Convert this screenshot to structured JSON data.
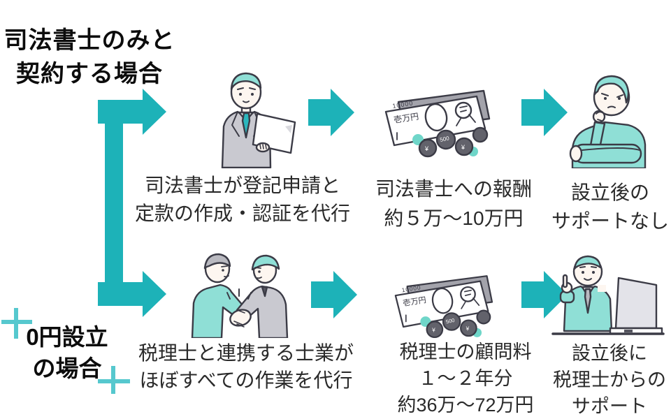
{
  "colors": {
    "arrow_teal": "#1db2b8",
    "cross_teal": "#56c8ce",
    "illustration_teal": "#8fdfd6",
    "outline": "#3b3b46",
    "suit_gray": "#c9c9d0",
    "text": "#2a2a2a"
  },
  "branches": {
    "top": {
      "line1": "司法書士のみと",
      "line2": "契約する場合"
    },
    "bottom": {
      "line1": "0円設立",
      "line2": "の場合"
    }
  },
  "rows": [
    {
      "name": "judicial-scrivener-only-flow",
      "steps": [
        {
          "illustration": "businessman-with-laptop",
          "caption": [
            "司法書士が登記申請と",
            "定款の作成・認証を代行"
          ]
        },
        {
          "illustration": "money-bills-and-coins",
          "caption": [
            "司法書士への報酬",
            "約５万〜10万円"
          ]
        },
        {
          "illustration": "worried-thinking-man",
          "caption": [
            "設立後の",
            "サポートなし"
          ]
        }
      ]
    },
    {
      "name": "zero-yen-establishment-flow",
      "steps": [
        {
          "illustration": "two-men-handshake",
          "caption": [
            "税理士と連携する士業が",
            "ほぼすべての作業を代行"
          ]
        },
        {
          "illustration": "money-bills-and-coins",
          "caption": [
            "税理士の顧問料",
            "１〜２年分",
            "約36万〜72万円"
          ]
        },
        {
          "illustration": "man-pointing-with-laptop",
          "caption": [
            "設立後に",
            "税理士からの",
            "サポート"
          ]
        }
      ]
    }
  ],
  "money": {
    "bill_amount": "10000",
    "bill_label": "壱万円",
    "coin_500": "500",
    "coin_yen": "¥"
  }
}
